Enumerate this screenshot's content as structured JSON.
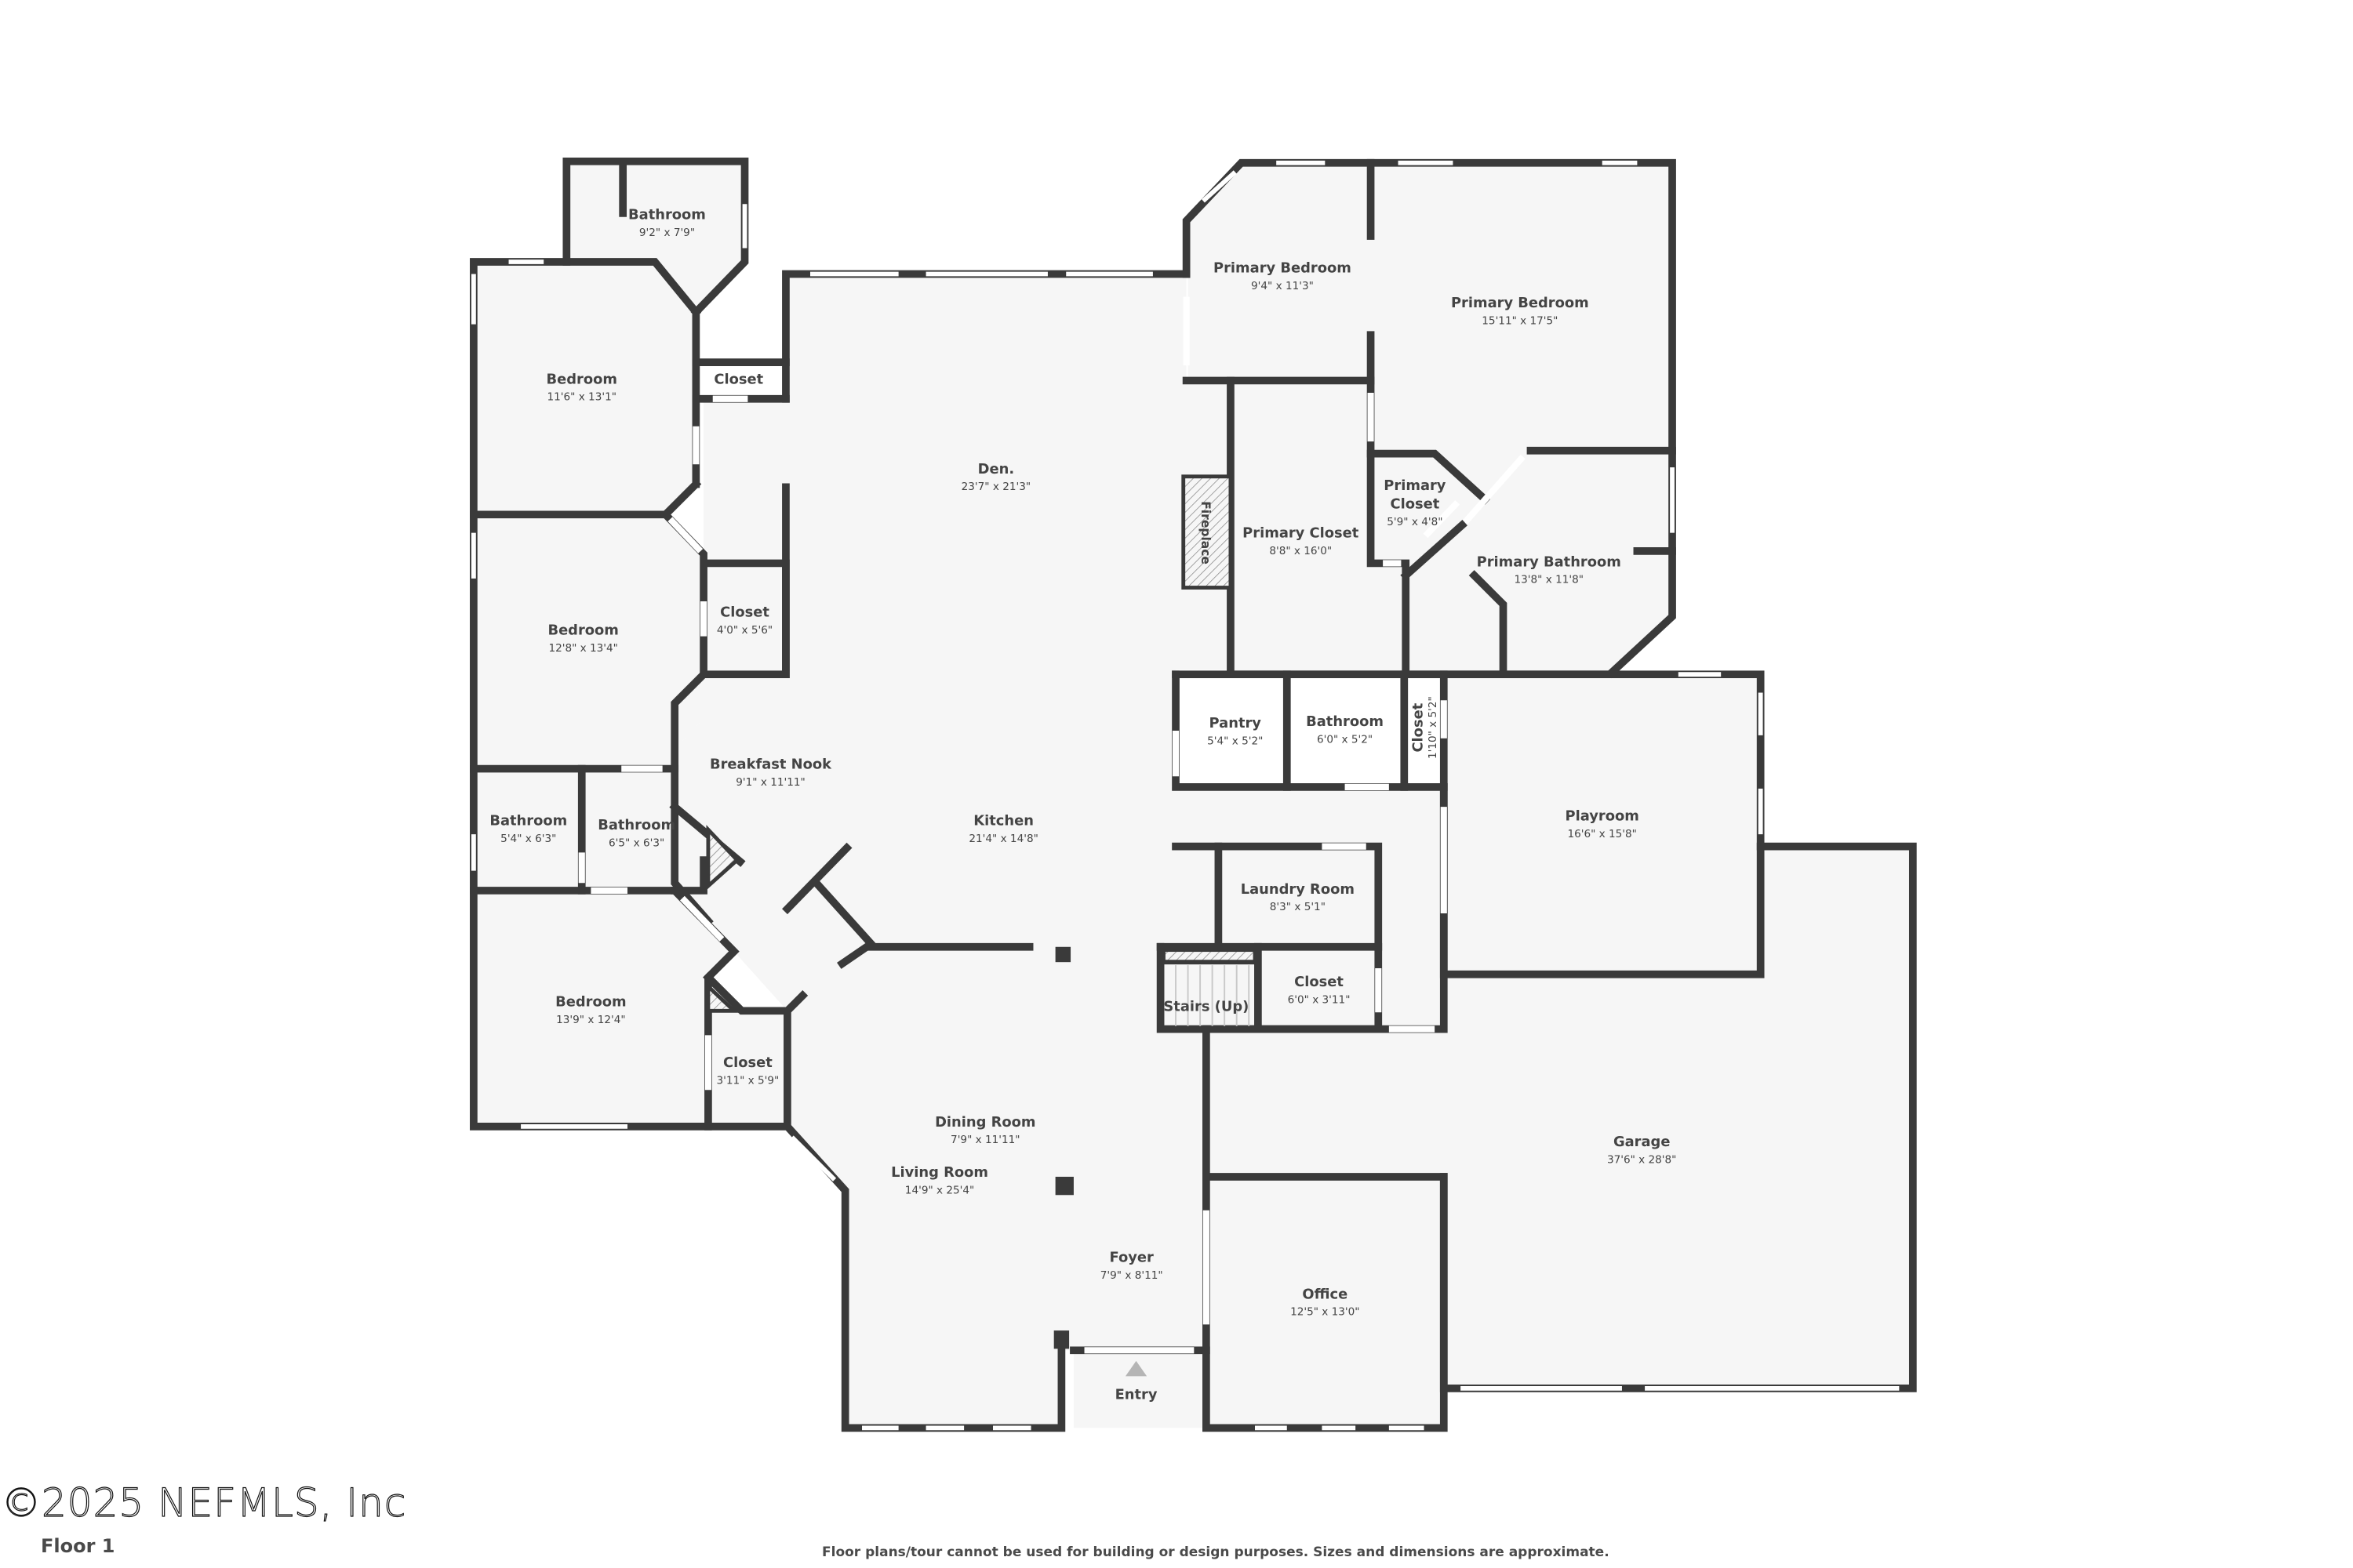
{
  "plan": {
    "floor_label": "Floor 1",
    "watermark": "©2025 NEFMLS, Inc",
    "disclaimer": "Floor plans/tour cannot be used for building or design purposes. Sizes and dimensions are approximate.",
    "entry_label": "Entry",
    "fireplace_label": "Fireplace",
    "colors": {
      "wall": "#3a3a3a",
      "floor": "#f6f6f6",
      "text": "#444444",
      "background": "#ffffff"
    }
  },
  "rooms": [
    {
      "name": "Bathroom",
      "dims": "9'2\" x 7'9\""
    },
    {
      "name": "Bedroom",
      "dims": "11'6\" x 13'1\""
    },
    {
      "name": "Closet",
      "dims": ""
    },
    {
      "name": "Den.",
      "dims": "23'7\" x 21'3\""
    },
    {
      "name": "Primary Bedroom",
      "dims": "9'4\" x 11'3\""
    },
    {
      "name": "Primary Bedroom",
      "dims": "15'11\" x 17'5\""
    },
    {
      "name": "Primary Closet",
      "dims": "8'8\" x 16'0\""
    },
    {
      "name": "Primary",
      "name2": "Closet",
      "dims": "5'9\" x 4'8\""
    },
    {
      "name": "Primary Bathroom",
      "dims": "13'8\" x 11'8\""
    },
    {
      "name": "Bedroom",
      "dims": "12'8\" x 13'4\""
    },
    {
      "name": "Closet",
      "dims": "4'0\" x 5'6\""
    },
    {
      "name": "Breakfast Nook",
      "dims": "9'1\" x 11'11\""
    },
    {
      "name": "Kitchen",
      "dims": "21'4\" x 14'8\""
    },
    {
      "name": "Pantry",
      "dims": "5'4\" x 5'2\""
    },
    {
      "name": "Bathroom",
      "dims": "6'0\" x 5'2\""
    },
    {
      "name": "Closet",
      "dims": "1'10\" x 5'2\""
    },
    {
      "name": "Playroom",
      "dims": "16'6\" x 15'8\""
    },
    {
      "name": "Bathroom",
      "dims": "5'4\" x 6'3\""
    },
    {
      "name": "Bathroom",
      "dims": "6'5\" x 6'3\""
    },
    {
      "name": "Laundry Room",
      "dims": "8'3\" x 5'1\""
    },
    {
      "name": "Stairs (Up)",
      "dims": ""
    },
    {
      "name": "Closet",
      "dims": "6'0\" x 3'11\""
    },
    {
      "name": "Bedroom",
      "dims": "13'9\" x 12'4\""
    },
    {
      "name": "Closet",
      "dims": "3'11\" x 5'9\""
    },
    {
      "name": "Dining Room",
      "dims": "7'9\" x 11'11\""
    },
    {
      "name": "Living Room",
      "dims": "14'9\" x 25'4\""
    },
    {
      "name": "Garage",
      "dims": "37'6\" x 28'8\""
    },
    {
      "name": "Foyer",
      "dims": "7'9\" x 8'11\""
    },
    {
      "name": "Office",
      "dims": "12'5\" x 13'0\""
    }
  ]
}
